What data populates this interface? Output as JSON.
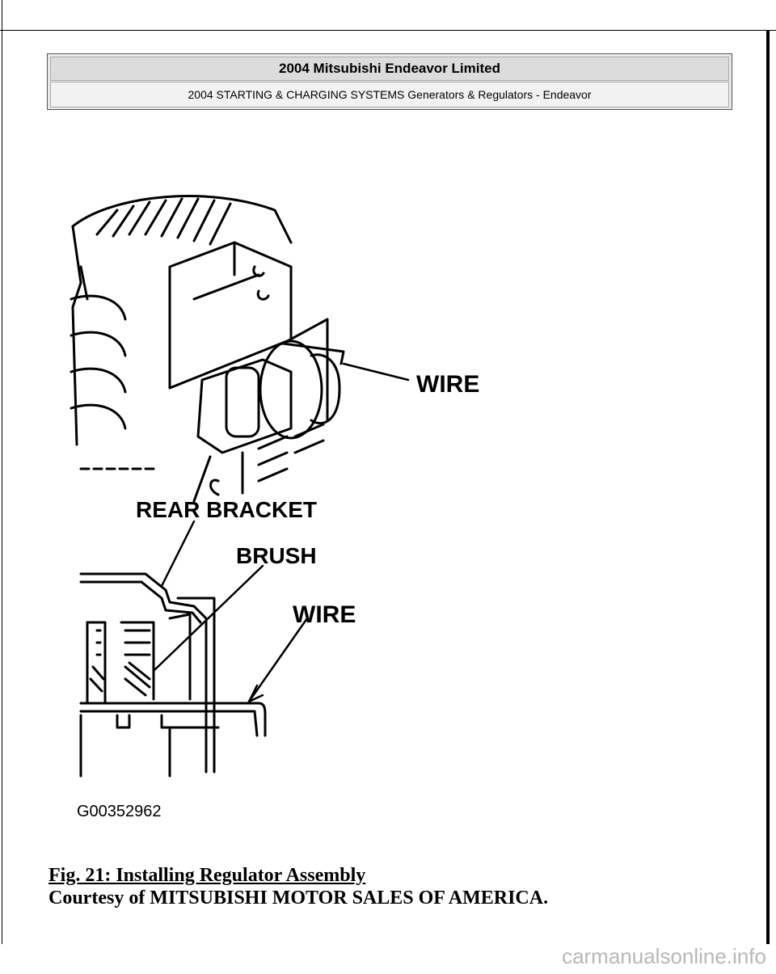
{
  "header": {
    "title": "2004 Mitsubishi Endeavor Limited",
    "subtitle": "2004 STARTING & CHARGING SYSTEMS Generators & Regulators - Endeavor"
  },
  "figure": {
    "labels": {
      "wire_top": "WIRE",
      "rear_bracket": "REAR BRACKET",
      "brush": "BRUSH",
      "wire_bottom": "WIRE"
    },
    "code": "G00352962"
  },
  "caption": "Fig. 21: Installing Regulator Assembly",
  "courtesy": "Courtesy of MITSUBISHI MOTOR SALES OF AMERICA.",
  "watermark": "carmanualsonline.info"
}
